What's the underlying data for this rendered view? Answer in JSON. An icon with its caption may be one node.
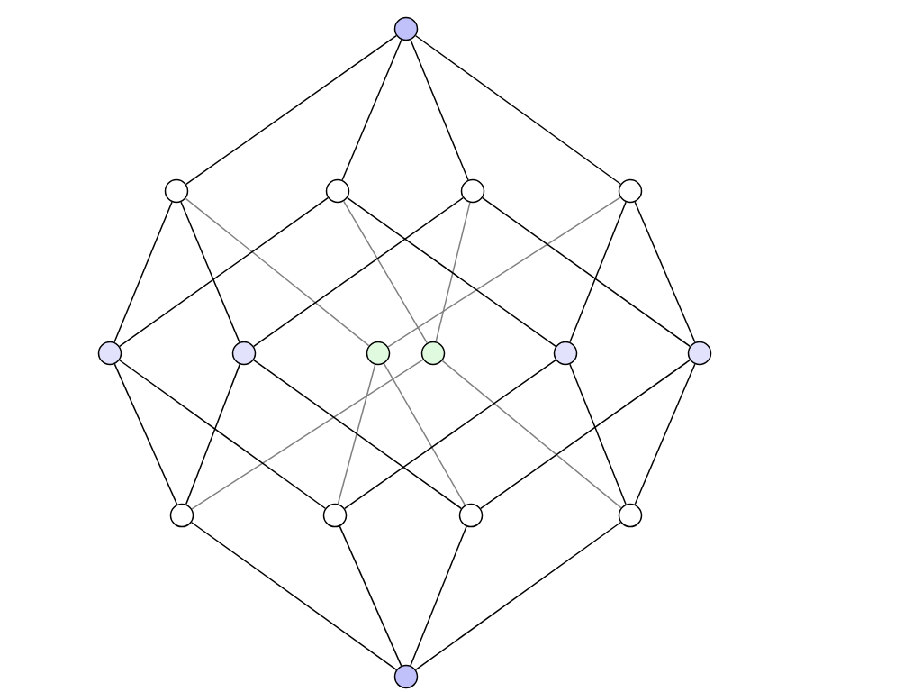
{
  "diagram": {
    "nodes": [
      {
        "text": [],
        "shape": "circle"
      },
      {
        "text": [],
        "shape": "circle"
      },
      {
        "text": [],
        "shape": "circle"
      },
      {
        "text": [],
        "shape": "circle"
      },
      {
        "text": [],
        "shape": "circle"
      },
      {
        "text": [],
        "shape": "circle"
      },
      {
        "text": [],
        "shape": "circle"
      },
      {
        "text": [],
        "shape": "circle"
      },
      {
        "text": [],
        "shape": "circle"
      },
      {
        "text": [],
        "shape": "circle"
      },
      {
        "text": [],
        "shape": "circle"
      },
      {
        "text": [],
        "shape": "circle"
      },
      {
        "text": [],
        "shape": "circle"
      },
      {
        "text": [],
        "shape": "circle"
      },
      {
        "text": [],
        "shape": "circle"
      },
      {
        "text": [],
        "shape": "circle"
      }
    ],
    "edges": [
      {
        "from": 1,
        "to": 7,
        "arrow": "none",
        "color": "#808080"
      },
      {
        "from": 4,
        "to": 7,
        "arrow": "none",
        "color": "#808080"
      },
      {
        "from": 12,
        "to": 7,
        "arrow": "none",
        "color": "#808080"
      },
      {
        "from": 13,
        "to": 7,
        "arrow": "none",
        "color": "#808080"
      },
      {
        "from": 2,
        "to": 8,
        "arrow": "none",
        "color": "#808080"
      },
      {
        "from": 3,
        "to": 8,
        "arrow": "none",
        "color": "#808080"
      },
      {
        "from": 11,
        "to": 8,
        "arrow": "none",
        "color": "#808080"
      },
      {
        "from": 14,
        "to": 8,
        "arrow": "none",
        "color": "#808080"
      },
      {
        "from": 2,
        "to": 5,
        "arrow": "none"
      },
      {
        "from": 2,
        "to": 9,
        "arrow": "none"
      },
      {
        "from": 12,
        "to": 5,
        "arrow": "none"
      },
      {
        "from": 12,
        "to": 9,
        "arrow": "none"
      },
      {
        "from": 4,
        "to": 9,
        "arrow": "none"
      },
      {
        "from": 14,
        "to": 9,
        "arrow": "none"
      },
      {
        "from": 1,
        "to": 5,
        "arrow": "none"
      },
      {
        "from": 11,
        "to": 5,
        "arrow": "none"
      },
      {
        "from": 1,
        "to": 6,
        "arrow": "none"
      },
      {
        "from": 3,
        "to": 6,
        "arrow": "none"
      },
      {
        "from": 11,
        "to": 6,
        "arrow": "none"
      },
      {
        "from": 13,
        "to": 6,
        "arrow": "none"
      },
      {
        "from": 3,
        "to": 10,
        "arrow": "none"
      },
      {
        "from": 4,
        "to": 10,
        "arrow": "none"
      },
      {
        "from": 13,
        "to": 10,
        "arrow": "none"
      },
      {
        "from": 14,
        "to": 10,
        "arrow": "none"
      },
      {
        "from": 0,
        "to": 1,
        "arrow": "none"
      },
      {
        "from": 0,
        "to": 2,
        "arrow": "none"
      },
      {
        "from": 0,
        "to": 3,
        "arrow": "none"
      },
      {
        "from": 0,
        "to": 4,
        "arrow": "none"
      },
      {
        "from": 15,
        "to": 11,
        "arrow": "none"
      },
      {
        "from": 15,
        "to": 12,
        "arrow": "none"
      },
      {
        "from": 15,
        "to": 13,
        "arrow": "none"
      },
      {
        "from": 15,
        "to": 14,
        "arrow": "none"
      }
    ]
  }
}
